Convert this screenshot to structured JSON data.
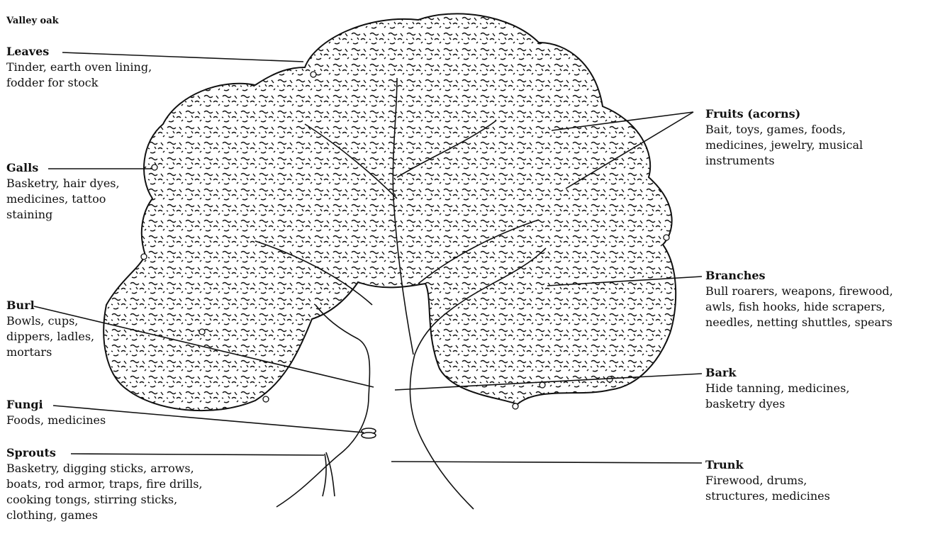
{
  "title": "Valley oak",
  "parts": [
    {
      "key": "leaves",
      "name": "Leaves",
      "uses": "Tinder, earth oven lining,\nfodder for stock"
    },
    {
      "key": "galls",
      "name": "Galls",
      "uses": "Basketry, hair dyes,\nmedicines, tattoo\nstaining"
    },
    {
      "key": "burl",
      "name": "Burl",
      "uses": "Bowls, cups,\ndippers, ladles,\nmortars"
    },
    {
      "key": "fungi",
      "name": "Fungi",
      "uses": "Foods, medicines"
    },
    {
      "key": "sprouts",
      "name": "Sprouts",
      "uses": "Basketry, digging sticks, arrows,\nboats, rod armor, traps, fire drills,\ncooking tongs, stirring sticks,\nclothing, games"
    },
    {
      "key": "fruits",
      "name": "Fruits (acorns)",
      "uses": "Bait, toys, games, foods,\nmedicines, jewelry, musical\ninstruments"
    },
    {
      "key": "branches",
      "name": "Branches",
      "uses": "Bull roarers, weapons, firewood,\nawls, fish hooks, hide scrapers,\nneedles, netting shuttles, spears"
    },
    {
      "key": "bark",
      "name": "Bark",
      "uses": "Hide tanning, medicines,\nbasketry dyes"
    },
    {
      "key": "trunk",
      "name": "Trunk",
      "uses": "Firewood, drums,\nstructures, medicines"
    }
  ],
  "colors": {
    "ink": "#111111",
    "background": "#ffffff"
  }
}
